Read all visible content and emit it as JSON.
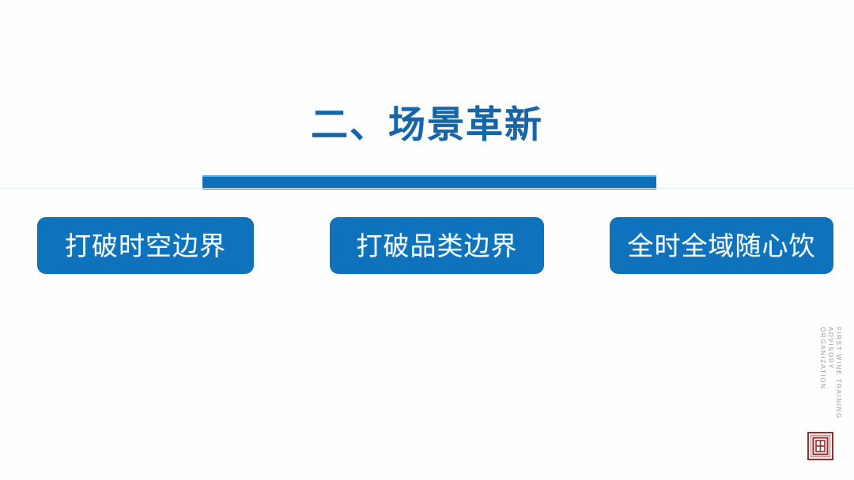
{
  "slide": {
    "title": "二、场景革新",
    "accent_color": "#0f72bd",
    "title_color": "#1565a8",
    "background_color": "#fefefe"
  },
  "pills": [
    {
      "label": "打破时空边界"
    },
    {
      "label": "打破品类边界"
    },
    {
      "label": "全时全域随心饮"
    }
  ],
  "brand": {
    "lines": [
      "FIRST WINE TRAINING",
      "ADVISORY",
      "ORGANIZATION"
    ],
    "text_color": "#9a9a9a",
    "seal_color": "#9c2a2a"
  }
}
